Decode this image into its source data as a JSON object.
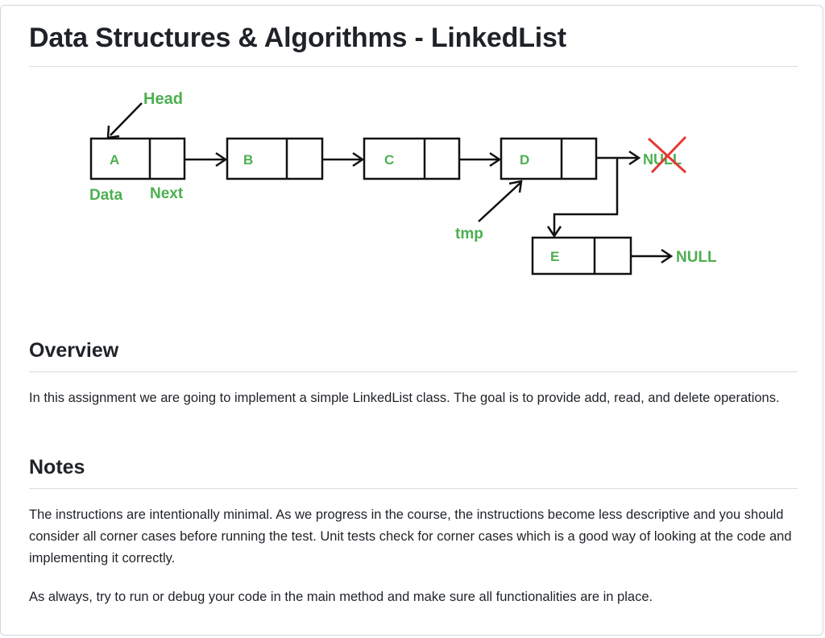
{
  "page": {
    "title": "Data Structures & Algorithms - LinkedList"
  },
  "diagram": {
    "head_label": "Head",
    "tmp_label": "tmp",
    "data_label": "Data",
    "next_label": "Next",
    "nodes": [
      "A",
      "B",
      "C",
      "D",
      "E"
    ],
    "null_crossed": "NULL",
    "null_end": "NULL",
    "label_color": "#4caf50",
    "cross_color": "#e53935"
  },
  "overview": {
    "heading": "Overview",
    "text": "In this assignment we are going to implement a simple LinkedList class. The goal is to provide add, read, and delete operations."
  },
  "notes": {
    "heading": "Notes",
    "paragraph1": "The instructions are intentionally minimal. As we progress in the course, the instructions become less descriptive and you should consider all corner cases before running the test. Unit tests check for corner cases which is a good way of looking at the code and implementing it correctly.",
    "paragraph2": "As always, try to run or debug your code in the main method and make sure all functionalities are in place."
  }
}
